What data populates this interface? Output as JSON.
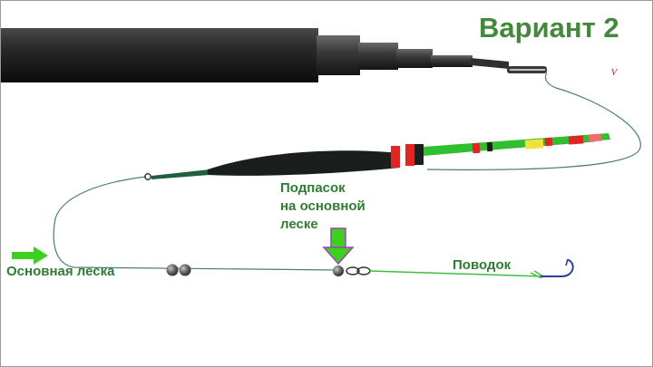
{
  "title": "Вариант 2",
  "labels": {
    "main_line": "Основная леска",
    "dropper": "Подпасок\nна основной\nлеске",
    "leader": "Поводок"
  },
  "logo": {
    "text": "V"
  },
  "colors": {
    "title_green": "#43893b",
    "label_green": "#2e7d32",
    "arrow_green": "#3cd11d",
    "arrow_purple": "#a040c0",
    "line_main": "#4a7d78",
    "line_leader": "#3fbf3f",
    "float_body": "#1b1f1b",
    "hook": "#2a3fa0"
  }
}
